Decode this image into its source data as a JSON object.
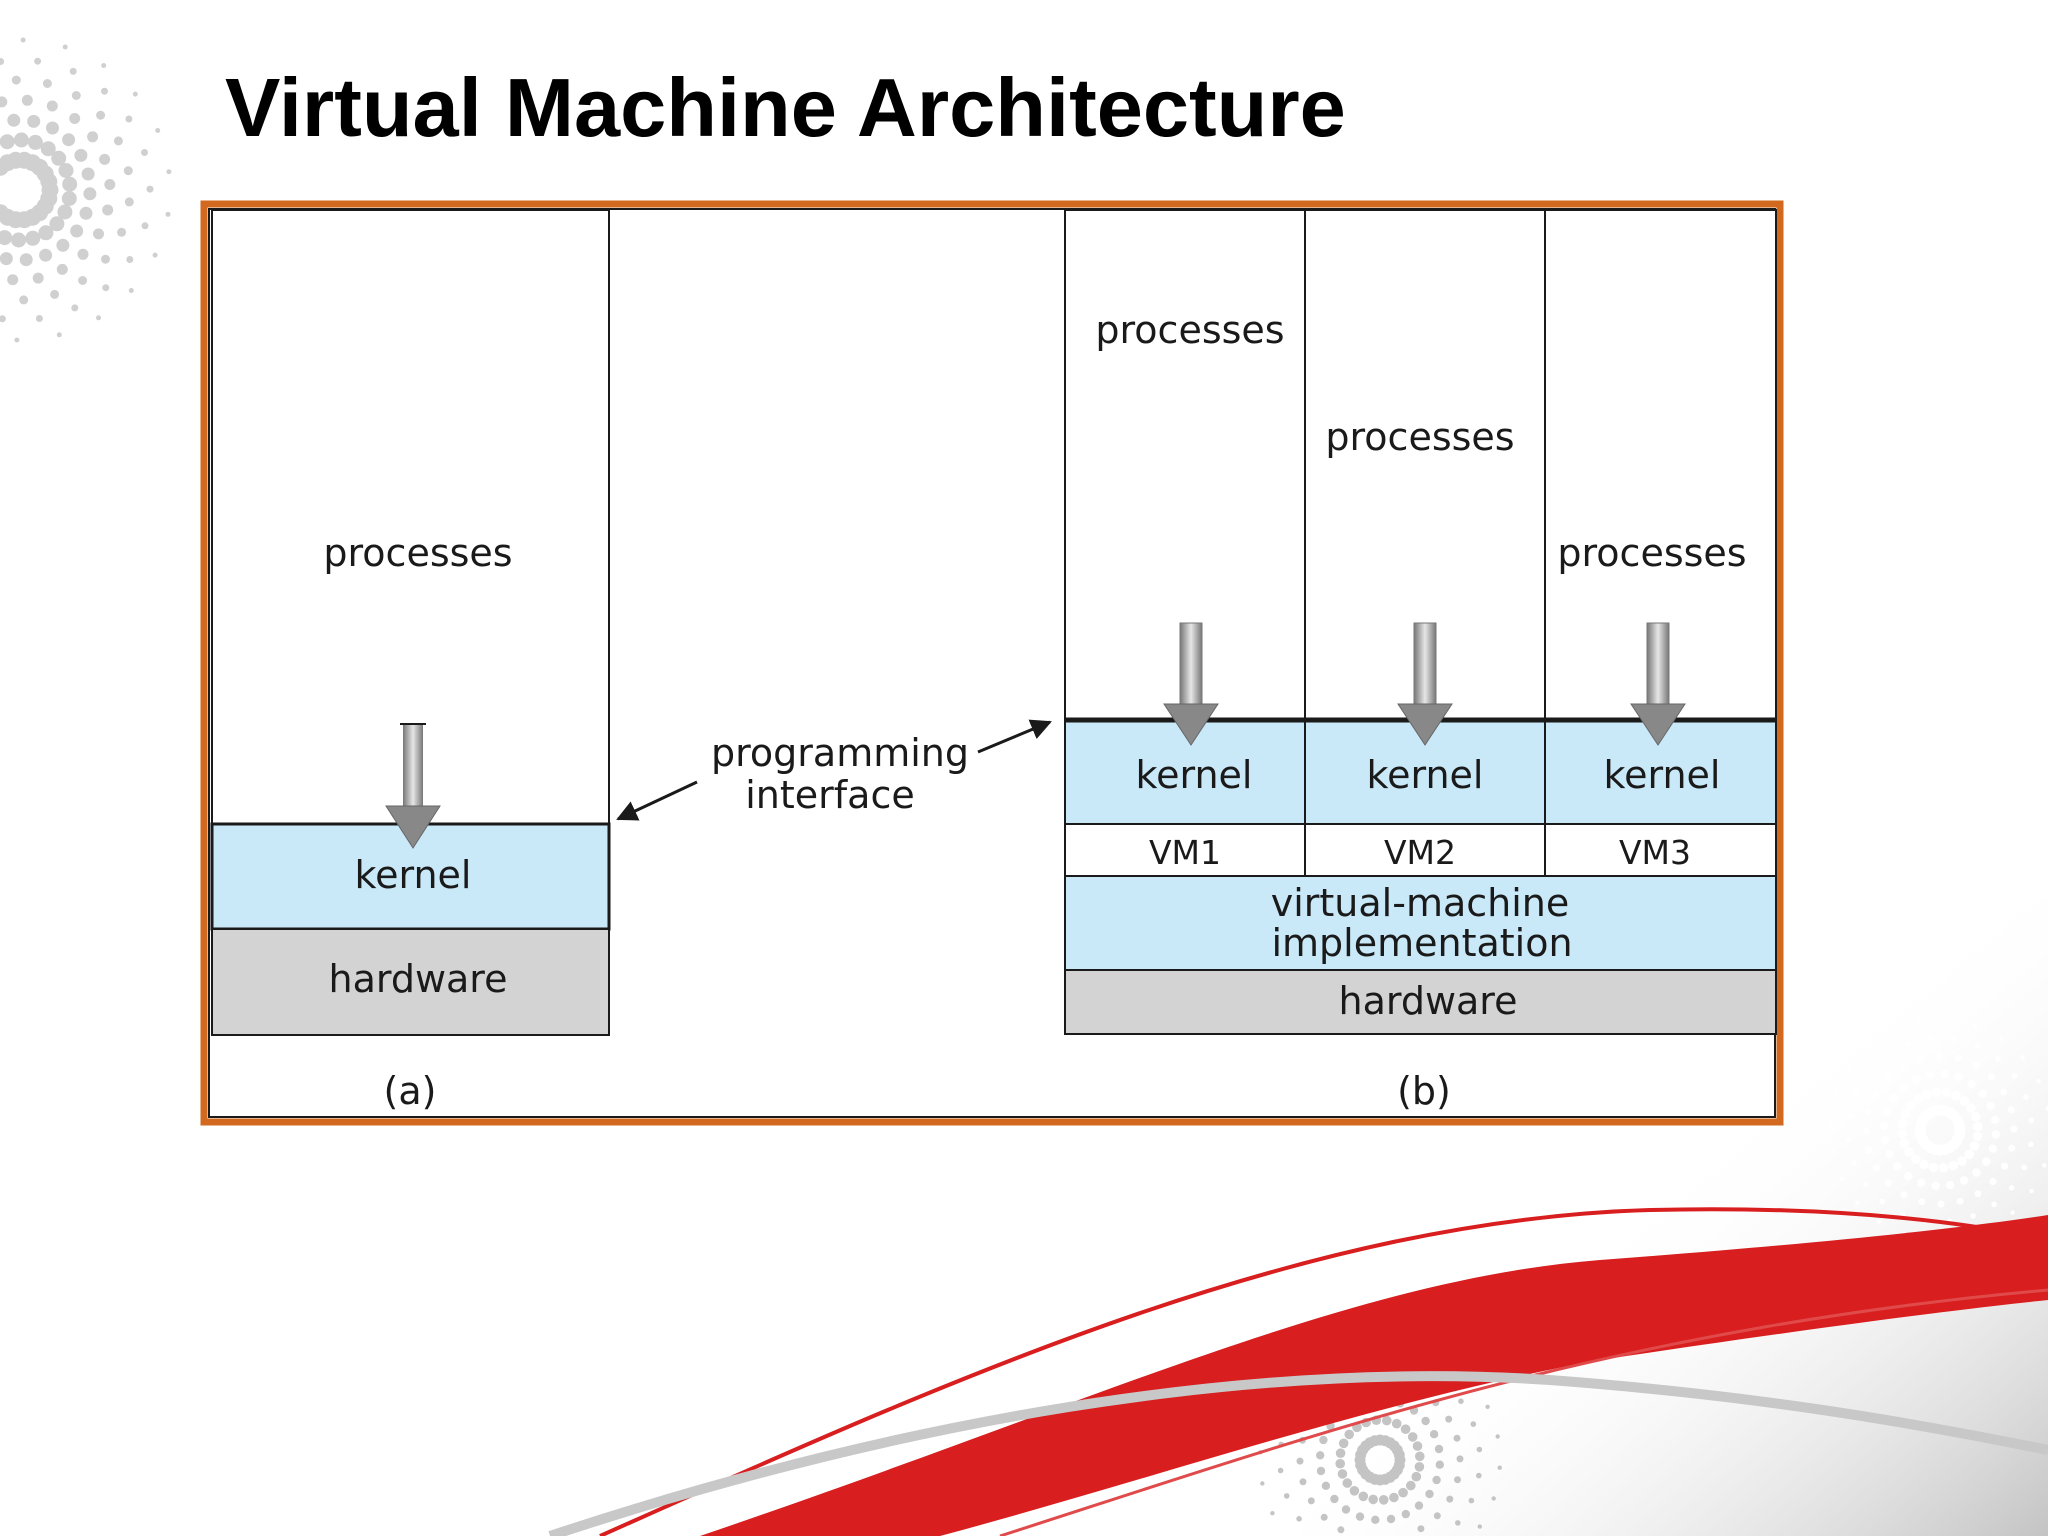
{
  "slide": {
    "title": "Virtual Machine Architecture"
  },
  "diagram": {
    "panel_a": {
      "processes": "processes",
      "kernel": "kernel",
      "hardware": "hardware",
      "caption": "(a)"
    },
    "interface_label_line1": "programming",
    "interface_label_line2": "interface",
    "panel_b": {
      "columns": [
        {
          "processes": "processes",
          "kernel": "kernel",
          "vm": "VM1"
        },
        {
          "processes": "processes",
          "kernel": "kernel",
          "vm": "VM2"
        },
        {
          "processes": "processes",
          "kernel": "kernel",
          "vm": "VM3"
        }
      ],
      "vm_impl_line1": "virtual-machine",
      "vm_impl_line2": "implementation",
      "hardware": "hardware",
      "caption": "(b)"
    },
    "colors": {
      "frame": "#d2691e",
      "kernel_fill": "#c9e8f8",
      "hardware_fill": "#d3d3d3",
      "accent_red": "#d81e1e"
    }
  }
}
